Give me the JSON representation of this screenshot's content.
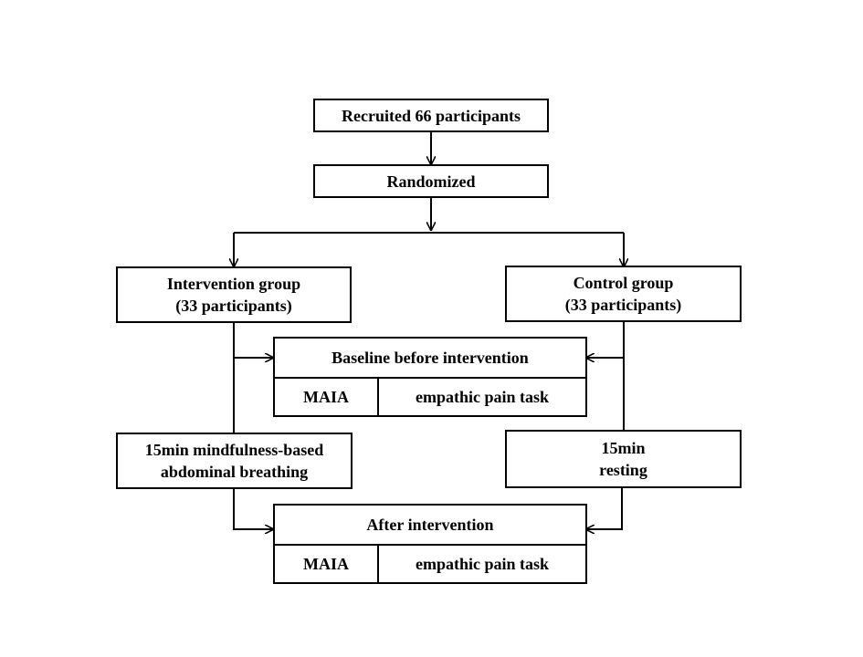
{
  "recruited": "Recruited  66 participants",
  "randomized": "Randomized",
  "intervention_group": {
    "line1": "Intervention  group",
    "line2": "(33 participants)"
  },
  "control_group": {
    "line1": "Control  group",
    "line2": "(33 participants)"
  },
  "baseline": {
    "title": "Baseline before intervention",
    "col1": "MAIA",
    "col2": "empathic  pain  task"
  },
  "mindfulness": {
    "line1": "15min  mindfulness-based",
    "line2": "abdominal  breathing"
  },
  "resting": {
    "line1": "15min",
    "line2": "resting"
  },
  "after": {
    "title": "After intervention",
    "col1": "MAIA",
    "col2": "empathic  pain  task"
  }
}
